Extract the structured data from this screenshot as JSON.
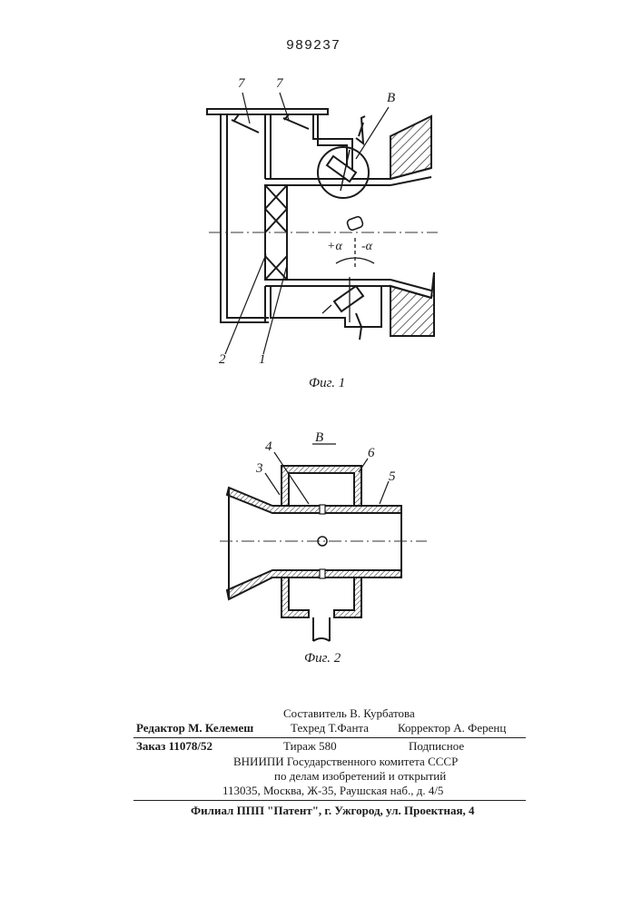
{
  "patent_number": "989237",
  "figures": {
    "fig1": {
      "caption": "Фиг. 1",
      "labels": {
        "ref_7a": "7",
        "ref_7b": "7",
        "view_b": "В",
        "plus_alpha": "+α",
        "minus_alpha": "-α",
        "ref_2": "2",
        "ref_1": "1"
      }
    },
    "fig2": {
      "caption": "Фиг. 2",
      "labels": {
        "view_b": "В",
        "ref_4": "4",
        "ref_6": "6",
        "ref_3": "3",
        "ref_5": "5"
      }
    }
  },
  "colophon": {
    "compiler": "Составитель В. Курбатова",
    "editor": "Редактор М. Келемеш",
    "techred": "Техред Т.Фанта",
    "corrector": "Корректор А. Ференц",
    "order": "Заказ 11078/52",
    "circulation": "Тираж 580",
    "subscription": "Подписное",
    "org_line1": "ВНИИПИ Государственного комитета СССР",
    "org_line2": "по делам изобретений и открытий",
    "address": "113035, Москва, Ж-35, Раушская наб., д. 4/5",
    "branch": "Филиал ППП \"Патент\", г. Ужгород, ул. Проектная, 4"
  }
}
